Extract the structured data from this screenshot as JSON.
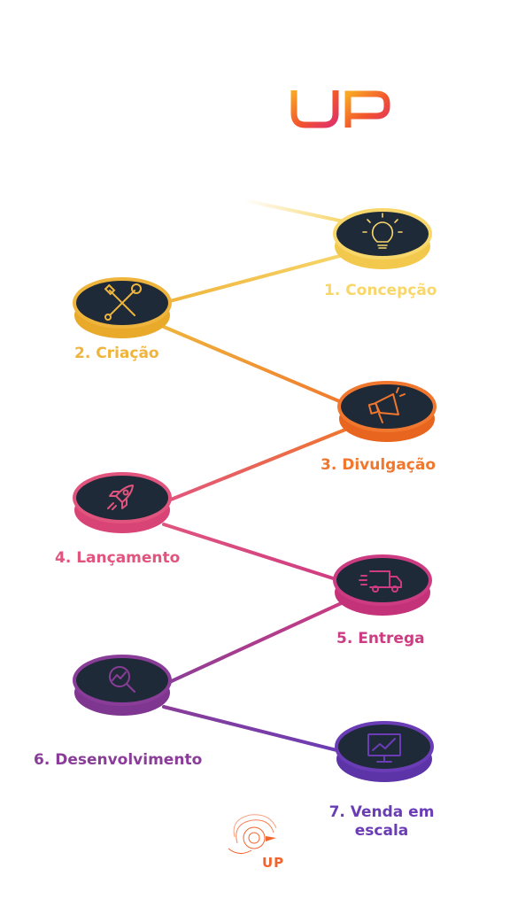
{
  "logo": {
    "text": "UP",
    "gradient_start": "#F9A825",
    "gradient_mid": "#F2542D",
    "gradient_end": "#E0306B"
  },
  "steps": [
    {
      "label": "1. Concepção",
      "icon": "lightbulb-icon",
      "color": "#F7D66A"
    },
    {
      "label": "2. Criação",
      "icon": "tools-icon",
      "color": "#EFB43C"
    },
    {
      "label": "3. Divulgação",
      "icon": "megaphone-icon",
      "color": "#F0772D"
    },
    {
      "label": "4. Lançamento",
      "icon": "rocket-icon",
      "color": "#E1547E"
    },
    {
      "label": "5. Entrega",
      "icon": "delivery-truck-icon",
      "color": "#CD3C82"
    },
    {
      "label": "6. Desenvolvimento",
      "icon": "growth-magnifier-icon",
      "color": "#8A3D98"
    },
    {
      "label": "7. Venda em escala",
      "icon": "monitor-chart-icon",
      "color": "#6A3DB6"
    }
  ],
  "footer_logo": {
    "text": "UP",
    "color": "#F2642E"
  },
  "disc_face_color": "#1E2A38"
}
